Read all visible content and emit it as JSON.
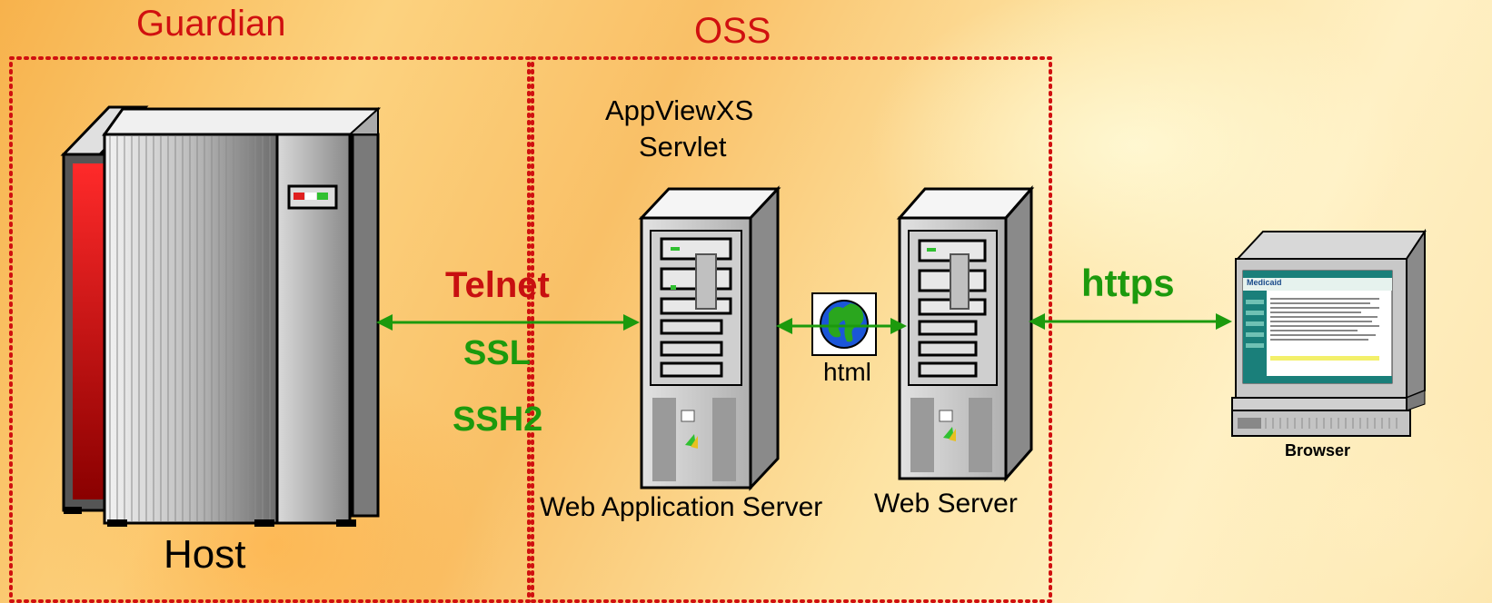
{
  "regions": {
    "guardian": "Guardian",
    "oss": "OSS"
  },
  "components": {
    "host": "Host",
    "servlet_line1": "AppViewXS",
    "servlet_line2": "Servlet",
    "web_app_server": "Web Application Server",
    "web_server": "Web Server",
    "html": "html",
    "browser": "Browser",
    "screen_brand": "Medicaid"
  },
  "protocols": {
    "telnet": "Telnet",
    "ssl": "SSL",
    "ssh2": "SSH2",
    "https": "https"
  },
  "colors": {
    "region_border": "#d01010",
    "arrow": "#1c9a0d",
    "telnet": "#c81010",
    "secure": "#1c9a0d"
  }
}
